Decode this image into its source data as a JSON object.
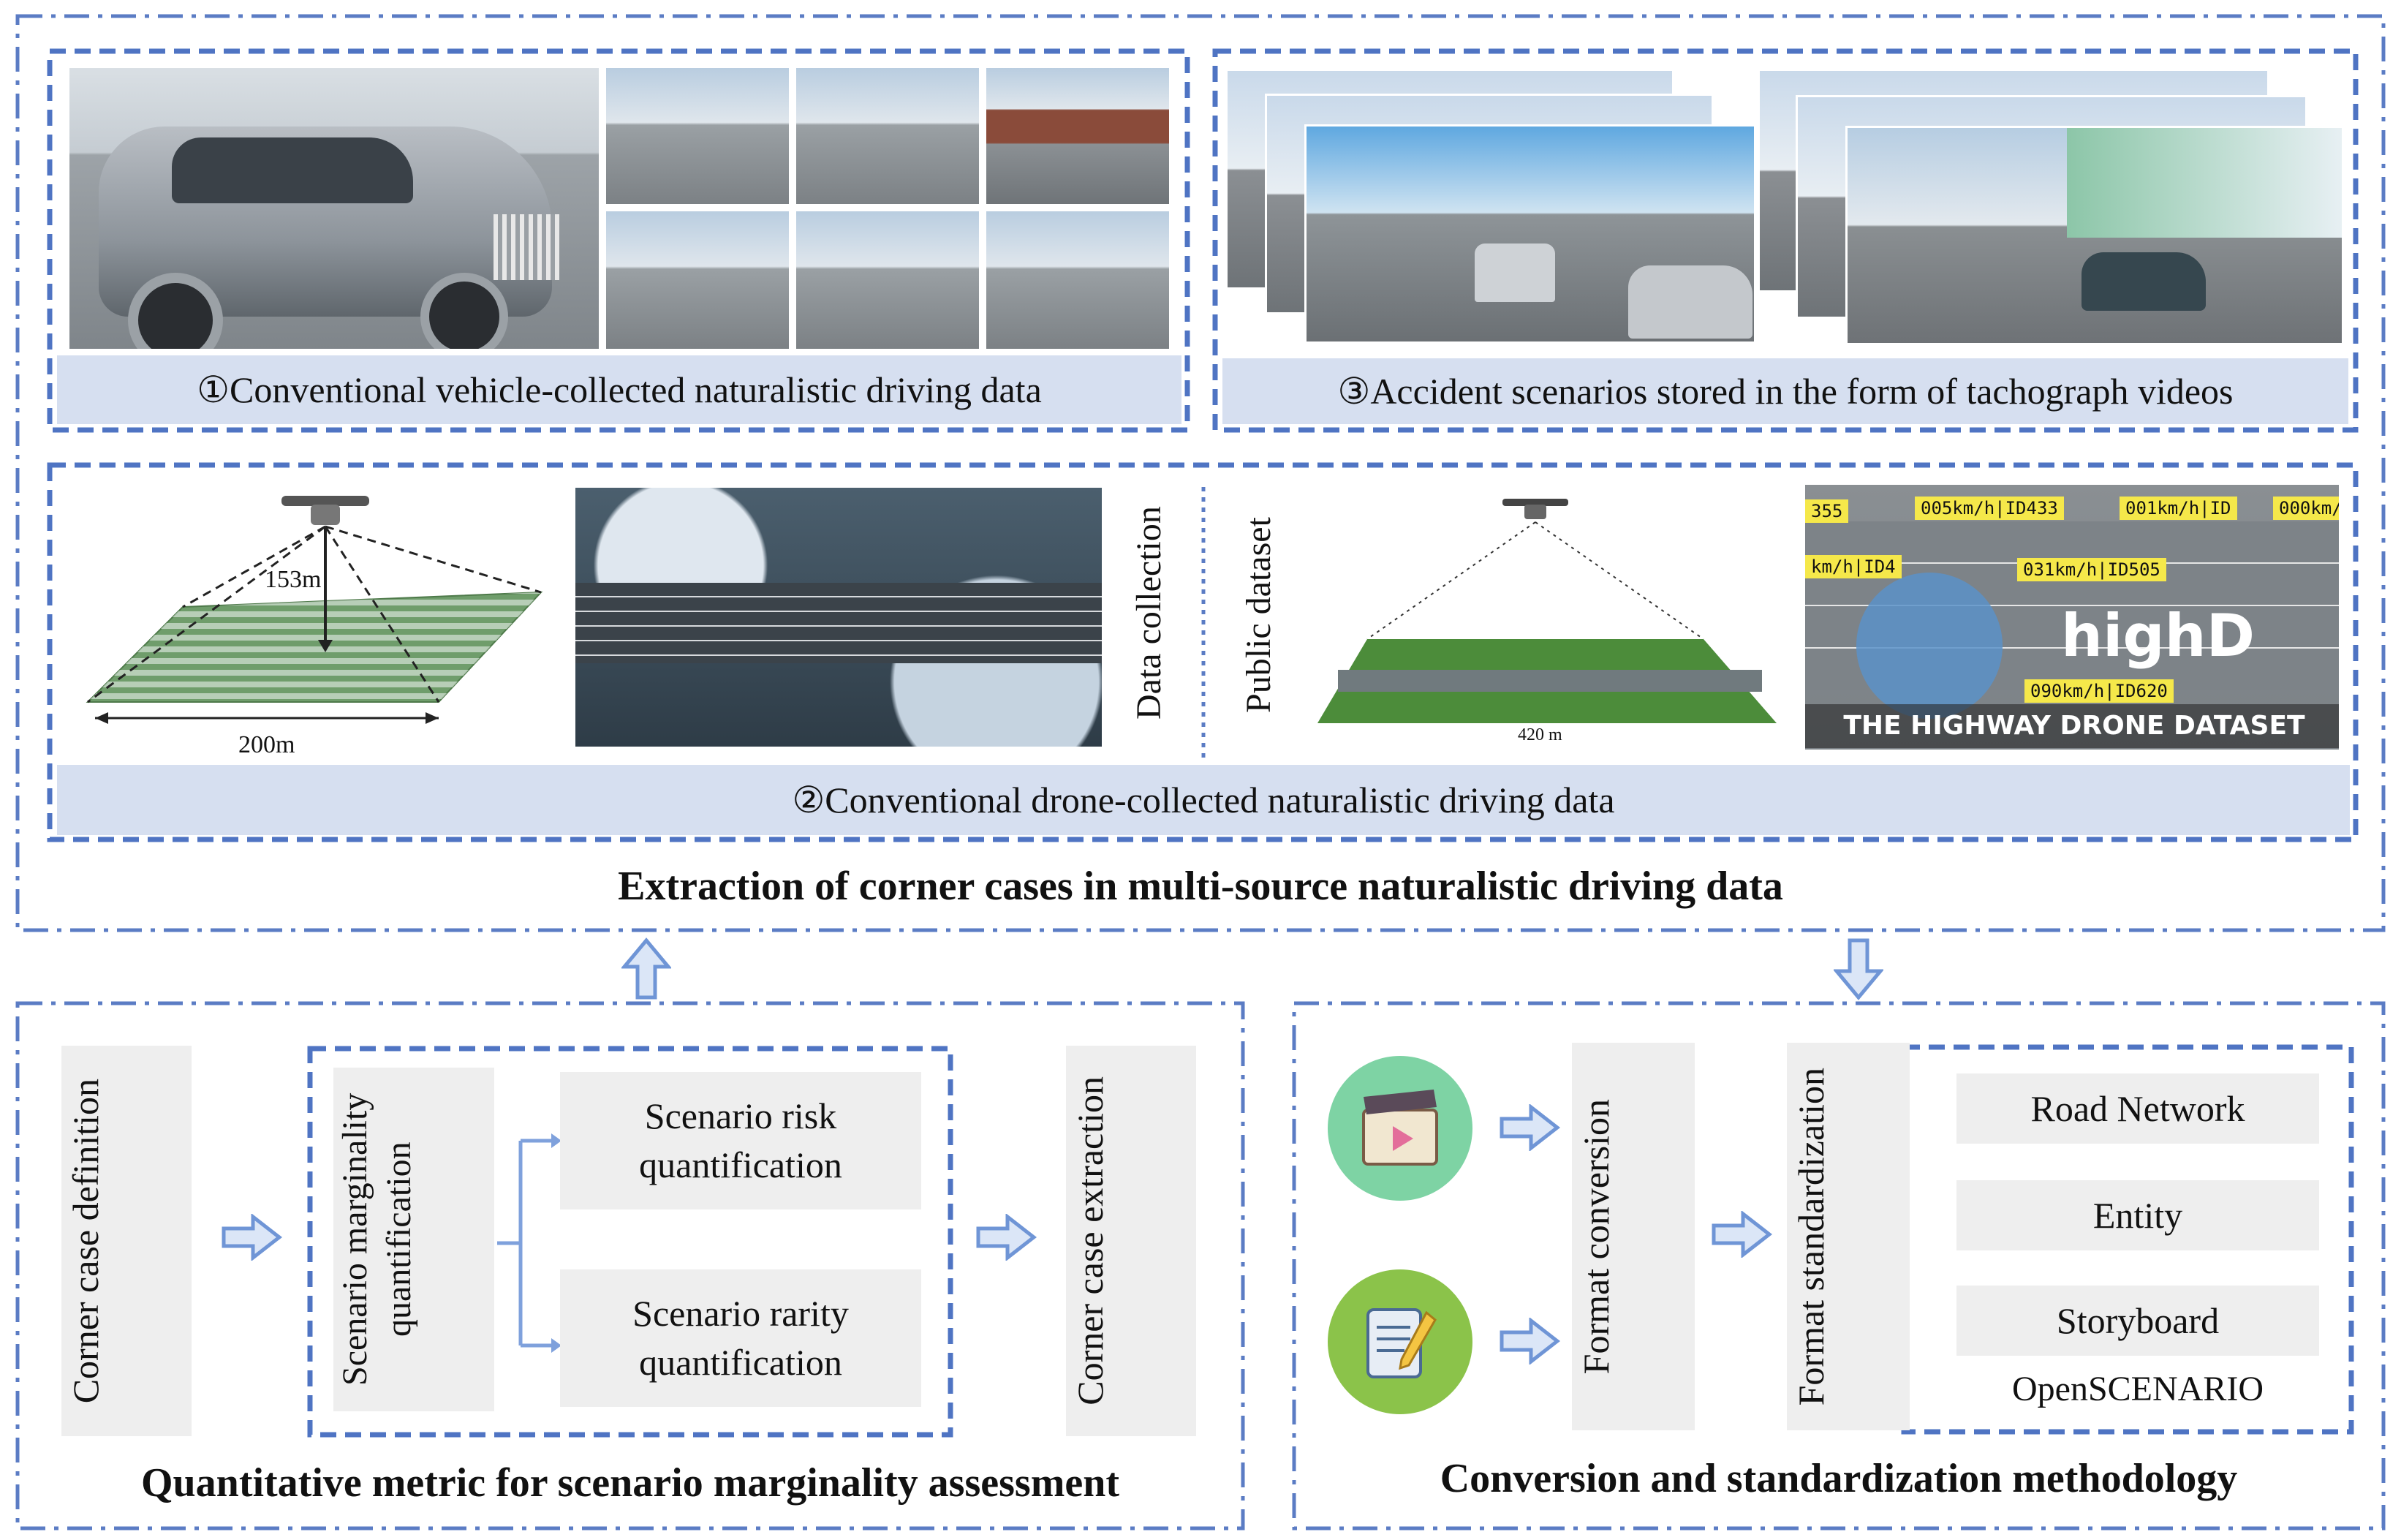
{
  "top_panel": {
    "title": "Extraction of corner cases in multi-source naturalistic driving data",
    "vehicle_caption": "①Conventional vehicle-collected naturalistic driving data",
    "accident_caption": "③Accident scenarios stored in the form of tachograph videos",
    "drone_caption": "②Conventional drone-collected naturalistic driving data",
    "drone_diagram": {
      "height_label": "153m",
      "width_label": "200m"
    },
    "data_collection_label": "Data collection",
    "public_dataset_label": "Public dataset",
    "highd": {
      "length_label": "420 m",
      "logo_text": "highD",
      "banner": "THE HIGHWAY DRONE DATASET",
      "tags": [
        "355",
        "005km/h|ID433",
        "001km/h|ID",
        "000km/",
        "031km/h|ID505",
        "090km/h|ID620",
        "km/h|ID4"
      ]
    }
  },
  "left_panel": {
    "title": "Quantitative metric for scenario marginality assessment",
    "corner_case_definition": "Corner case definition",
    "scenario_marginality": "Scenario marginality quantification",
    "risk": "Scenario risk quantification",
    "rarity": "Scenario rarity quantification",
    "corner_case_extraction": "Corner case extraction"
  },
  "right_panel": {
    "title": "Conversion and standardization methodology",
    "format_conversion": "Format conversion",
    "format_standardization": "Format standardization",
    "items": [
      "Road Network",
      "Entity",
      "Storyboard"
    ],
    "standard_name": "OpenSCENARIO"
  },
  "colors": {
    "frame": "#5b7cc4",
    "caption_bg": "#d6dff0",
    "arrow": "#6f95d6",
    "box_bg": "#eeeeee",
    "video_icon_bg": "#7ed3a4",
    "doc_icon_bg": "#8bc34a"
  }
}
